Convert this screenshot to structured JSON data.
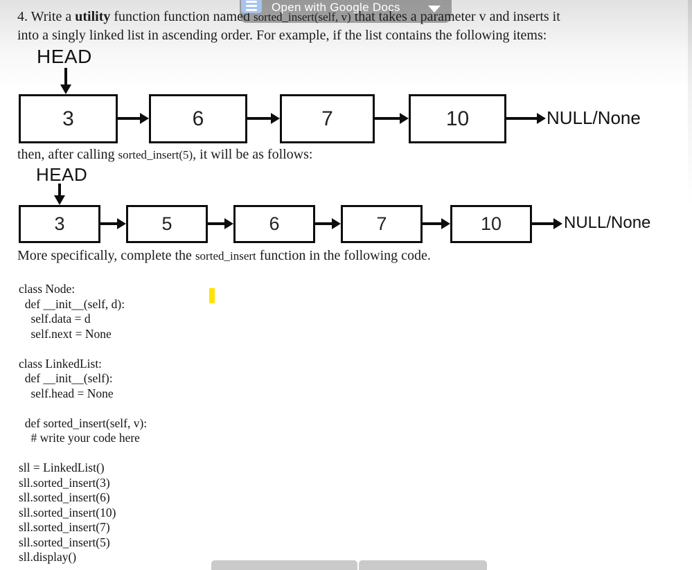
{
  "overlay_bar": {
    "label": "Open with Google Docs",
    "menu_button_color": "#a9c3ef"
  },
  "paragraph": {
    "prefix": "4.  Write a ",
    "bold_word": "utility",
    "middle": " function function named ",
    "code_inline": "sorted_insert(self, v)",
    "line1_tail": "  that takes a parameter v  and inserts it",
    "line2": "into a singly linked list in ascending order. For example, if the list contains the following items:"
  },
  "diagram_before": {
    "head_label": "HEAD",
    "nodes": [
      "3",
      "6",
      "7",
      "10"
    ],
    "tail_label": "NULL/None"
  },
  "transition_text": {
    "prefix": "then, after calling ",
    "code_inline": "sorted_insert(5)",
    "suffix": ", it will be as follows:"
  },
  "diagram_after": {
    "head_label": "HEAD",
    "nodes": [
      "3",
      "5",
      "6",
      "7",
      "10"
    ],
    "tail_label": "NULL/None"
  },
  "more_text": {
    "prefix": "More specifically, complete the ",
    "code_inline": "sorted_insert",
    "suffix": " function in the following code."
  },
  "code_block": "class Node:\n  def __init__(self, d):\n    self.data = d\n    self.next = None\n\nclass LinkedList:\n  def __init__(self):\n    self.head = None\n\n  def sorted_insert(self, v):\n    # write your code here\n\nsll = LinkedList()\nsll.sorted_insert(3)\nsll.sorted_insert(6)\nsll.sorted_insert(10)\nsll.sorted_insert(7)\nsll.sorted_insert(5)\nsll.display()",
  "cursor_highlight_color": "#ffe400"
}
